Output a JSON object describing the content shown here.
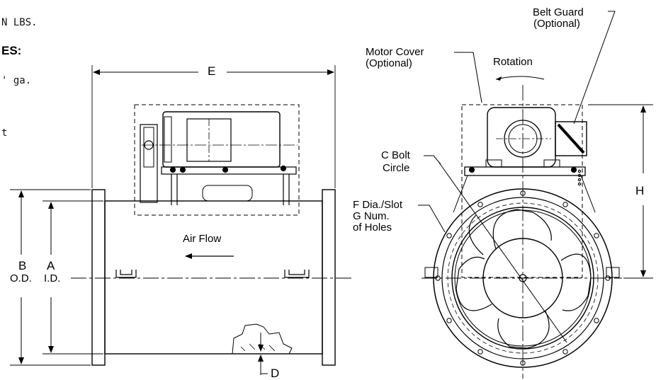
{
  "notes": {
    "line1": "N LBS.",
    "heading": "ES:",
    "line2": "' ga.",
    "line3": "t"
  },
  "dims": {
    "E": "E",
    "H": "H",
    "D": "D",
    "B": "B",
    "BOD": "O.D.",
    "A": "A",
    "AID": "I.D."
  },
  "callouts": {
    "belt_guard_1": "Belt Guard",
    "belt_guard_2": "(Optional)",
    "motor_cover_1": "Motor Cover",
    "motor_cover_2": "(Optional)",
    "rotation": "Rotation",
    "bolt_circle_1": "C Bolt",
    "bolt_circle_2": "Circle",
    "fdia_1": "F Dia./Slot",
    "fdia_2": "G Num.",
    "fdia_3": "of Holes",
    "air_flow": "Air Flow"
  }
}
